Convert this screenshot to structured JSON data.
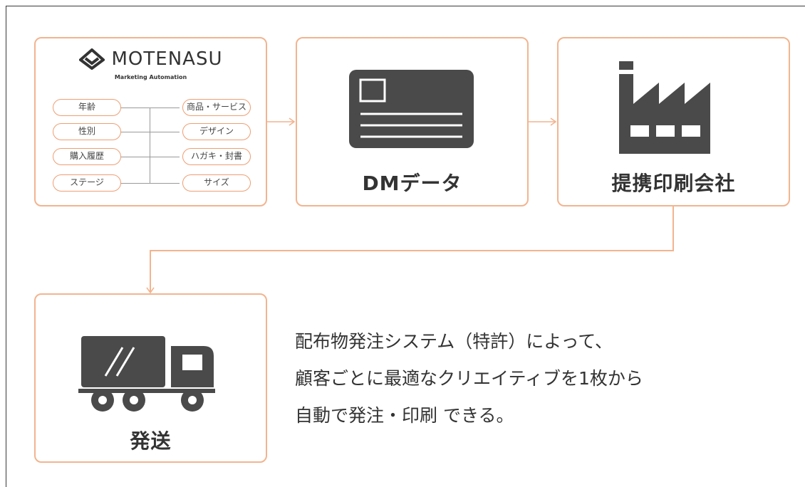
{
  "motenasu": {
    "logo_text": "MOTENASU",
    "logo_sub": "Marketing Automation",
    "left_tags": [
      "年齢",
      "性別",
      "購入履歴",
      "ステージ"
    ],
    "right_tags": [
      "商品・サービス",
      "デザイン",
      "ハガキ・封書",
      "サイズ"
    ]
  },
  "dm": {
    "label": "DMデータ"
  },
  "print": {
    "label": "提携印刷会社"
  },
  "ship": {
    "label": "発送"
  },
  "note": {
    "lines": [
      "配布物発注システム（特許）によって、",
      "顧客ごとに最適なクリエイティブを1枚から",
      "自動で発注・印刷 できる。"
    ]
  },
  "colors": {
    "accent": "#f2b48f",
    "icon": "#4a4a4a"
  }
}
